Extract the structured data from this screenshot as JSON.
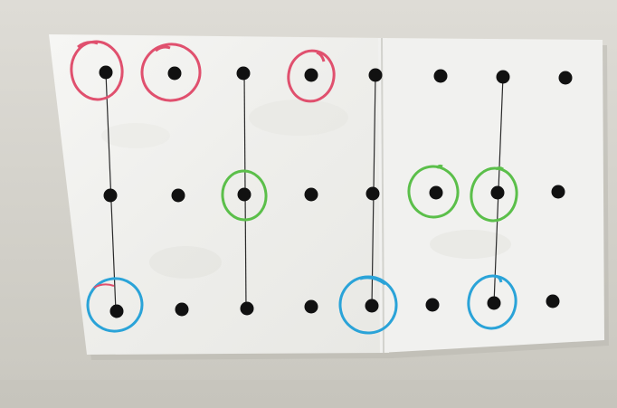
{
  "photo": {
    "subject": "dot-grid-sheet-on-wall",
    "rows": 3,
    "dots_per_row": 8,
    "colors": {
      "wall": "#d7d6cf",
      "paper": "#f3f3f1",
      "dot": "#111111",
      "line": "#2a2a2a",
      "red_circle": "#e0506e",
      "green_circle": "#5bbf4a",
      "blue_circle": "#2aa3d8"
    },
    "circled": {
      "red": [
        "row1-dot1",
        "row1-dot2",
        "row1-dot4"
      ],
      "green": [
        "row2-dot3",
        "row2-dot6",
        "row2-dot7"
      ],
      "blue": [
        "row3-dot1",
        "row3-dot5",
        "row3-dot7"
      ]
    },
    "vertical_lines": 4
  }
}
